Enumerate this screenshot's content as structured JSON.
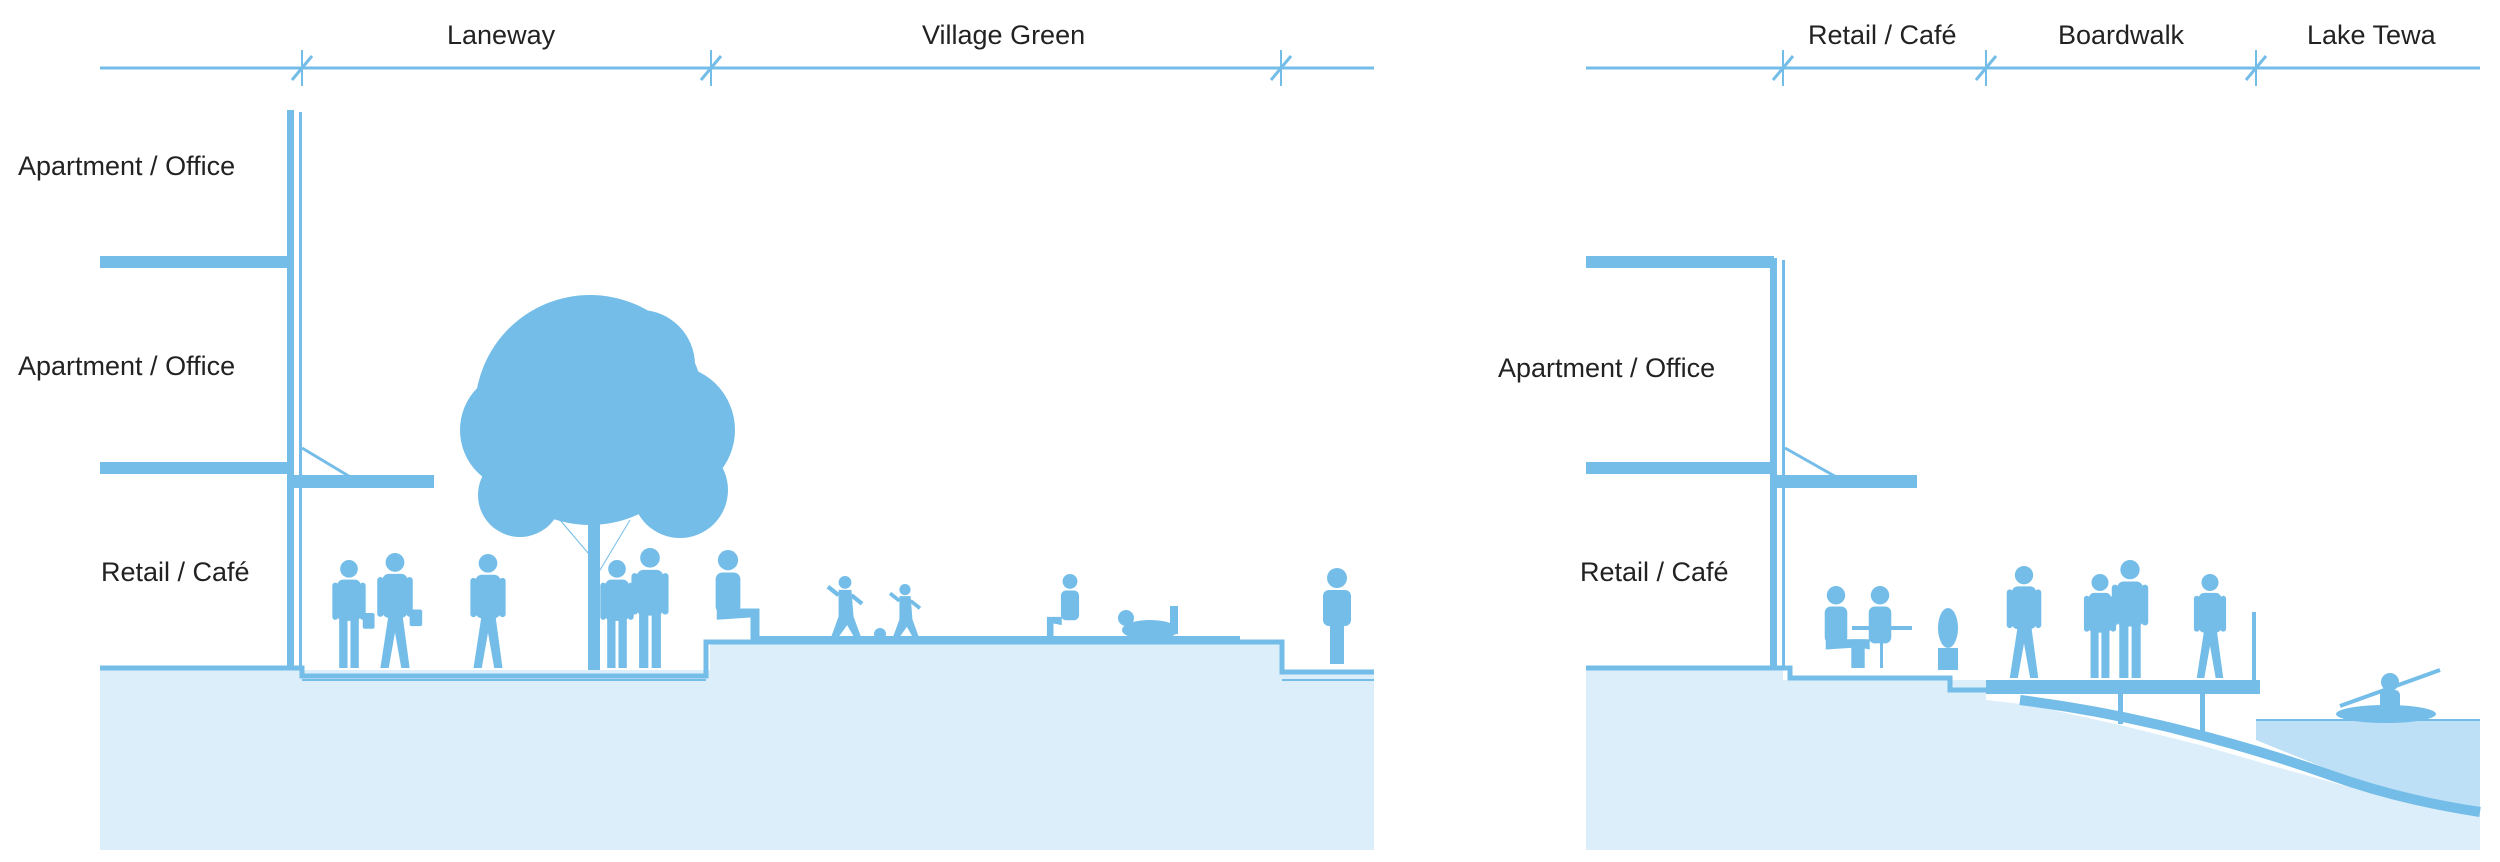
{
  "colors": {
    "line": "#74BDE8",
    "ground": "#DDEEFB",
    "water": "#BEE0F6",
    "silhouette": "#74BDE8",
    "text": "#222222",
    "background": "#FFFFFF"
  },
  "left_section": {
    "zones": [
      "Laneway",
      "Village Green"
    ],
    "floor_labels": {
      "upper": "Apartment / Office",
      "middle": "Apartment / Office",
      "ground": "Retail / Café"
    }
  },
  "right_section": {
    "zones": [
      "Retail / Café",
      "Boardwalk",
      "Lake Tewa"
    ],
    "floor_labels": {
      "middle": "Apartment / Office",
      "ground": "Retail / Café"
    }
  }
}
